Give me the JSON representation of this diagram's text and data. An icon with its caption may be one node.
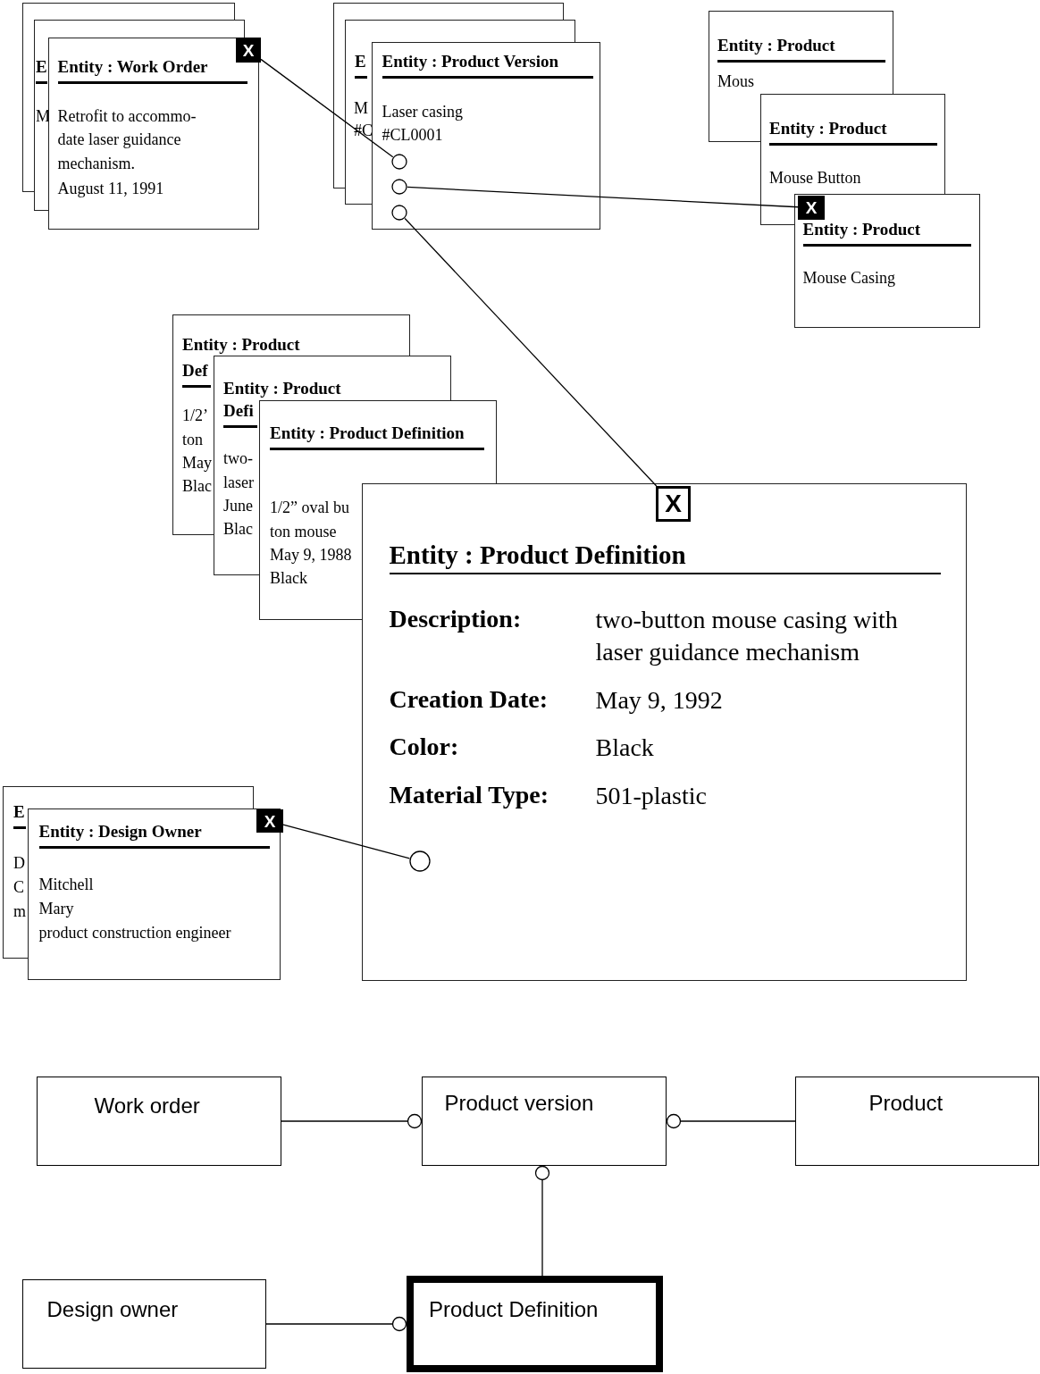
{
  "diagram": {
    "nodes": [
      {
        "text": [
          "Entity : Work Order",
          "Retrofit to accommo- date laser guidance mechanism.",
          "August 11, 1991"
        ]
      },
      {
        "text": [
          "X"
        ],
        "in": 0
      },
      {
        "text": [
          "Entity : Product Version",
          "Laser casing",
          "#CL0001"
        ]
      },
      {
        "text": [],
        "shape": "circle",
        "in": 2
      },
      {
        "text": [],
        "shape": "circle",
        "in": 2
      },
      {
        "text": [],
        "shape": "circle",
        "in": 2
      },
      {
        "text": [
          "Entity : Product",
          "Mous"
        ]
      },
      {
        "text": [
          "Entity : Product",
          "Mouse Button"
        ]
      },
      {
        "text": [
          "Entity : Product",
          "Mouse Casing"
        ]
      },
      {
        "text": [
          "X"
        ],
        "in": 8
      },
      {
        "text": [
          "Entity : Product",
          "Def",
          "1/2’ ton",
          "May",
          "Blac"
        ]
      },
      {
        "text": [
          "Entity : Product",
          "Defi",
          "two- laser",
          "June",
          "Blac"
        ]
      },
      {
        "text": [
          "Entity : Product Definition",
          "1/2” oval bu ton mouse",
          "May 9, 1988",
          "Black"
        ]
      },
      {
        "text": [
          "Entity : Product Definition",
          "Description:",
          "two-button mouse casing with laser guidance mechanism",
          "Creation Date:",
          "May 9, 1992",
          "Color:",
          "Black",
          "Material Type:",
          "501-plastic"
        ]
      },
      {
        "text": [
          "X"
        ],
        "in": 13
      },
      {
        "text": [],
        "shape": "circle",
        "in": 13
      },
      {
        "text": [
          "Entity : Design Owner",
          "Mitchell",
          "Mary",
          "product construction engineer"
        ]
      },
      {
        "text": [
          "X"
        ],
        "in": 16
      },
      {
        "text": [
          "Work order"
        ]
      },
      {
        "text": [
          "Product version"
        ]
      },
      {
        "text": [
          "Product"
        ]
      },
      {
        "text": [
          "Design owner"
        ]
      },
      {
        "text": [
          "Product Definition"
        ]
      }
    ],
    "edges": [
      {
        "from": 1,
        "to": 3,
        "arrow": "none"
      },
      {
        "from": 4,
        "to": 9,
        "arrow": "none"
      },
      {
        "from": 5,
        "to": 14,
        "arrow": "none"
      },
      {
        "from": 17,
        "to": 15,
        "arrow": "none"
      },
      {
        "from": 18,
        "to": 19,
        "arrow": "other"
      },
      {
        "from": 20,
        "to": 19,
        "arrow": "other"
      },
      {
        "from": 22,
        "to": 19,
        "arrow": "other"
      },
      {
        "from": 21,
        "to": 22,
        "arrow": "other"
      }
    ],
    "labels": [
      "E",
      "M",
      "E",
      "M",
      "#C",
      "E",
      "D",
      "C",
      "m"
    ]
  }
}
